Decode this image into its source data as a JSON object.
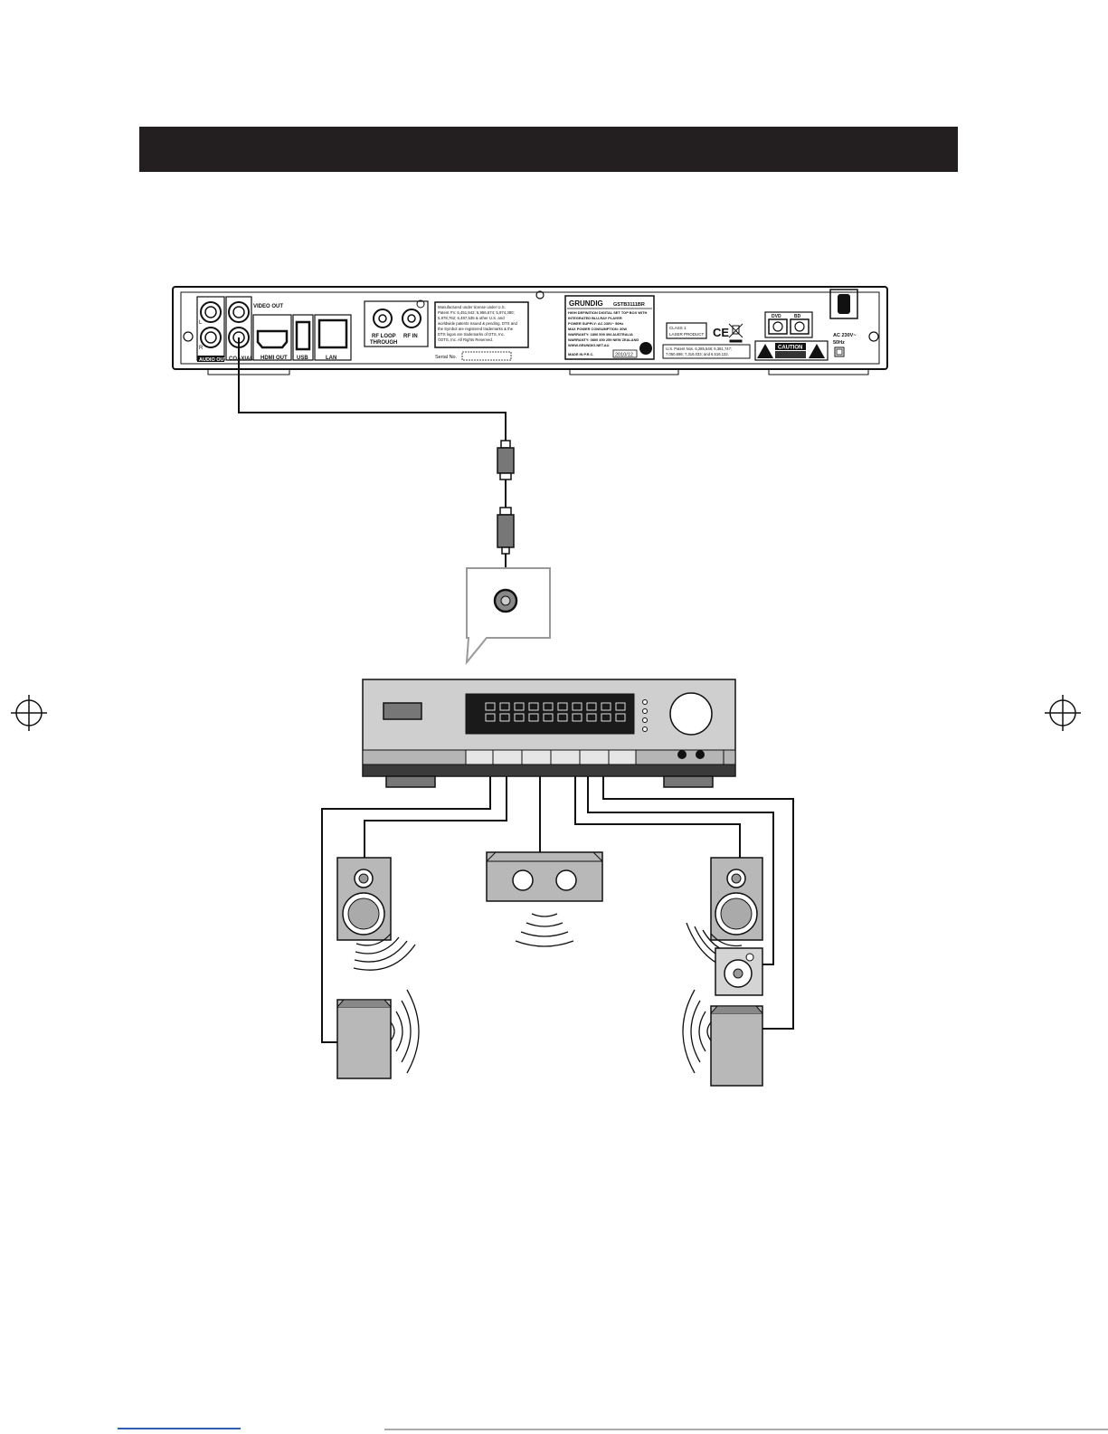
{
  "player": {
    "brand": "GRUNDIG",
    "model": "GSTB3111BR",
    "labels": {
      "video_out": "VIDEO OUT",
      "l": "L",
      "r": "R",
      "audio_out": "AUDIO OUT",
      "coaxial": "COAXIAL",
      "hdmi_out": "HDMI OUT",
      "usb": "USB",
      "lan": "LAN",
      "rf_loop_1": "RF LOOP",
      "rf_loop_2": "THROUGH",
      "rf_in": "RF IN",
      "serial": "Serial No.",
      "class_1": "CLASS 1",
      "class_2": "LASER PRODUCT",
      "caution": "CAUTION",
      "dvd": "DVD",
      "bd": "BD",
      "ac_1": "AC 230V~",
      "ac_2": "50Hz",
      "date": "2010/12",
      "patent_1": "U.S. Patent Nos. 6,285,548; 6,381,747;",
      "patent_2": "7,050,698; 7,316,033; and 6,516,132."
    },
    "dts_text": [
      "Manufactured under license under U.S.",
      "Patent #'s: 5,451,942; 5,956,674; 5,974,380;",
      "5,978,762; 6,487,535 & other U.S. and",
      "worldwide patents issued & pending. DTS and",
      "the Symbol are registered trademarks & the",
      "DTS logos are trademarks of DTS, Inc.",
      "©DTS, Inc. All Rights Reserved."
    ],
    "spec_text": [
      "HIGH DEFINITION DIGITAL SET TOP BOX WITH",
      "INTEGRATED BLU-RAY PLAYER",
      "POWER SUPPLY: AC 230V~ 50Hz",
      "MAX POWER CONSUMPTION: 30W",
      "WARRANTY: 1800 509 394 AUSTRALIA",
      "WARRANTY: 0800 450 259 NEW ZEALAND",
      "WWW.GRUNDIG.NET.AU",
      "MADE IN P.R.C."
    ]
  }
}
